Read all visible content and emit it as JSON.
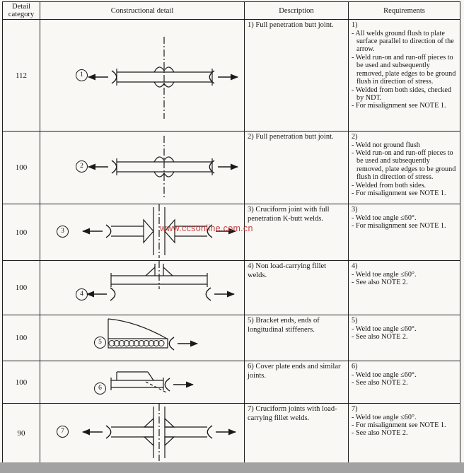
{
  "page": {
    "watermark": "www.ccsonline.com.cn"
  },
  "table": {
    "columns": [
      "Detail category",
      "Constructional detail",
      "Description",
      "Requirements"
    ],
    "rows": [
      {
        "category": "112",
        "detail_number": "1",
        "description": "1) Full penetration butt joint.",
        "requirements": [
          "1)",
          "- All welds ground flush to plate surface parallel to direction of the arrow.",
          "- Weld run-on and run-off pieces to be used and subsequently removed, plate edges to be ground flush in direction of stress.",
          "- Welded from both sides, checked by NDT.",
          "- For misalignment see NOTE 1."
        ]
      },
      {
        "category": "100",
        "detail_number": "2",
        "description": "2) Full penetration butt joint.",
        "requirements": [
          "2)",
          "- Weld not ground flush",
          "- Weld run-on and run-off pieces to be used and subsequently removed, plate edges to be ground flush in direction of stress.",
          "- Welded from both sides.",
          "- For misalignment see NOTE 1."
        ]
      },
      {
        "category": "100",
        "detail_number": "3",
        "description": "3) Cruciform joint with full penetration K-butt welds.",
        "requirements": [
          "3)",
          "- Weld toe angle ≤60°.",
          "- For misalignment see NOTE 1."
        ]
      },
      {
        "category": "100",
        "detail_number": "4",
        "description": "4) Non load-carrying fillet welds.",
        "requirements": [
          "4)",
          "- Weld toe angle ≤60°.",
          "- See also NOTE 2."
        ]
      },
      {
        "category": "100",
        "detail_number": "5",
        "description": "5) Bracket ends, ends of longitudinal stiffeners.",
        "requirements": [
          "5)",
          "- Weld toe angle ≤60°.",
          "- See also NOTE 2."
        ]
      },
      {
        "category": "100",
        "detail_number": "6",
        "description": "6) Cover plate ends and similar joints.",
        "requirements": [
          "6)",
          "- Weld toe angle ≤60°.",
          "- See also NOTE 2."
        ]
      },
      {
        "category": "90",
        "detail_number": "7",
        "description": "7) Cruciform joints with load-carrying fillet welds.",
        "requirements": [
          "7)",
          "- Weld toe angle ≤60°.",
          "- For misalignment see NOTE 1.",
          "- See also NOTE 2."
        ]
      }
    ]
  }
}
